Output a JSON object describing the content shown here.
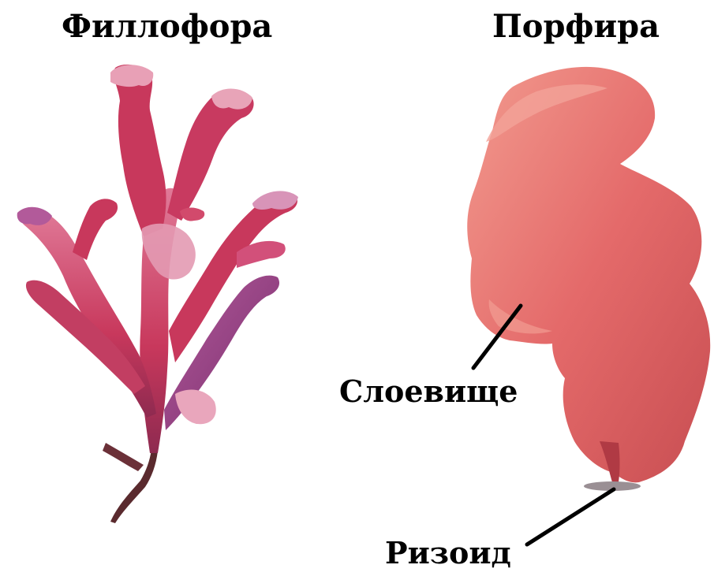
{
  "titles": {
    "left": "Филлофора",
    "right": "Порфира"
  },
  "labels": {
    "thallus": "Слоевище",
    "rhizoid": "Ризоид"
  },
  "colors": {
    "phyllophora_main": "#c8385c",
    "phyllophora_light": "#e58aa4",
    "phyllophora_purple": "#8e3a80",
    "phyllophora_stem": "#5a2a2e",
    "porphyra_main": "#e46a6a",
    "porphyra_light": "#f08c84",
    "porphyra_dark": "#c84e52",
    "rhizoid": "#9a8f94",
    "pointer_line": "#000000"
  }
}
